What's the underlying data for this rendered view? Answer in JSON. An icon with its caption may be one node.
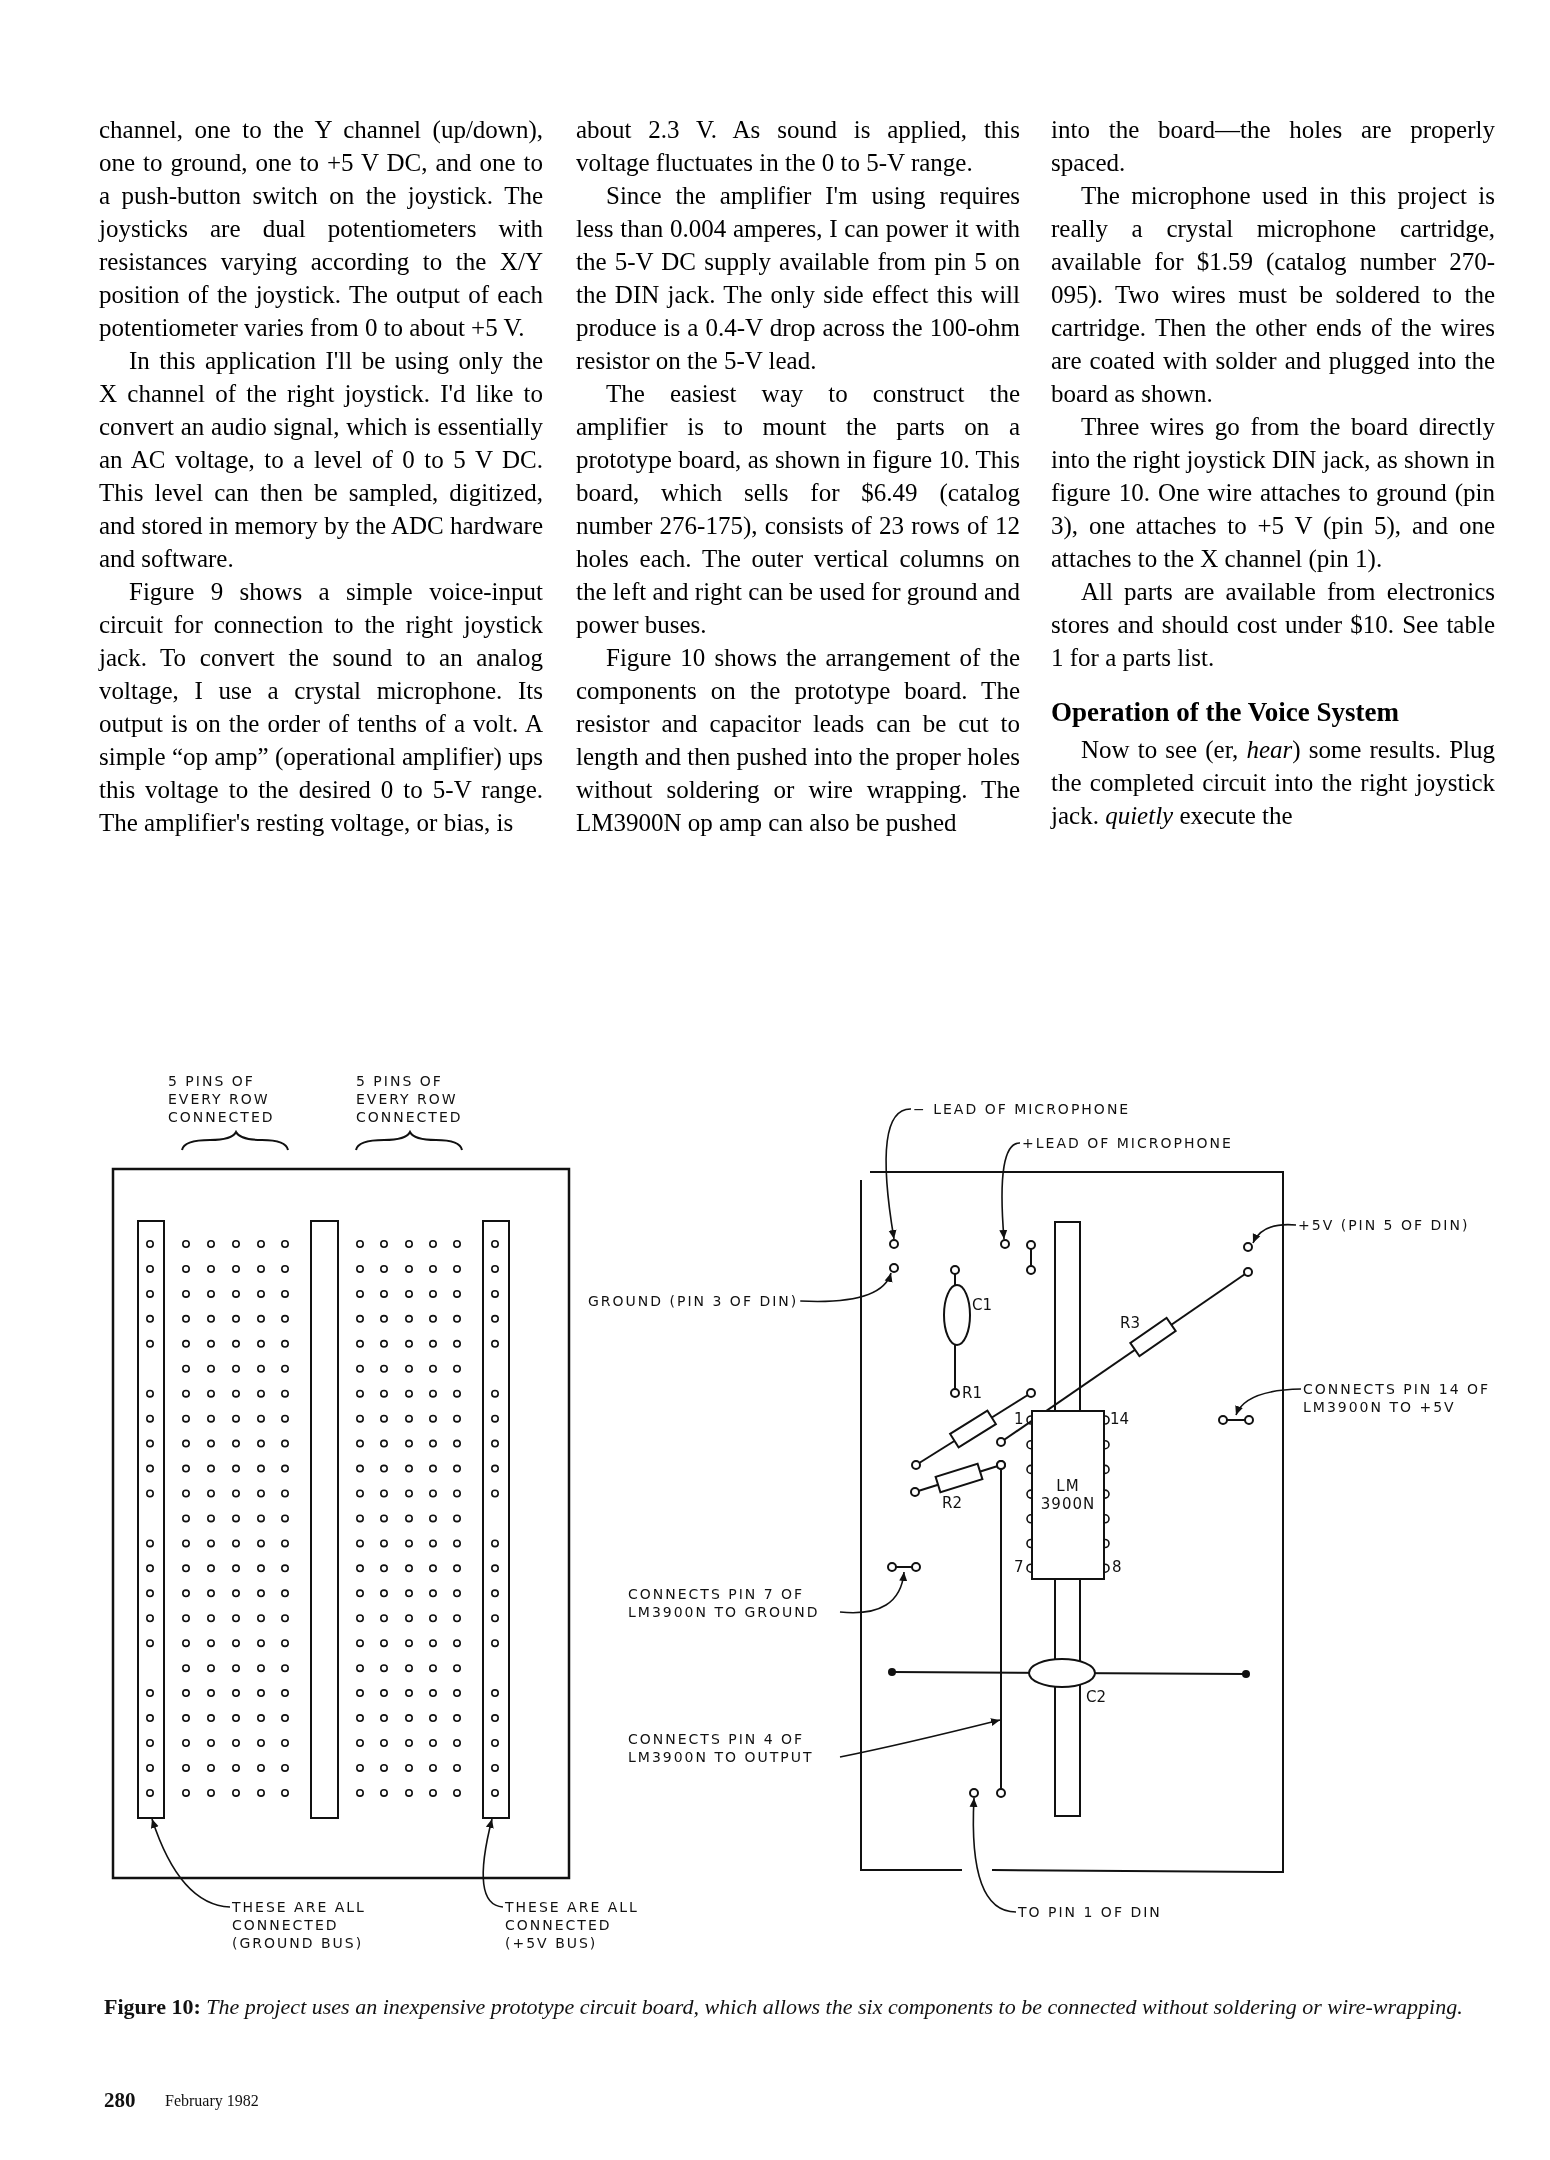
{
  "diagram": {
    "caption": "**Figure 10:** *The project uses an inexpensive prototype circuit board, which allows the six components to be connected without soldering or wire-wrapping.*",
    "nodes": [
      {
        "text": [
          "THESE ARE ALL CONNECTED (GROUND BUS)"
        ]
      },
      {
        "text": [],
        "shape": "bar"
      },
      {
        "text": [
          "THESE ARE ALL CONNECTED (+5V BUS)"
        ]
      },
      {
        "text": [],
        "shape": "bar"
      },
      {
        "text": [
          "− LEAD OF MICROPHONE"
        ]
      },
      {
        "text": [],
        "shape": "circle"
      },
      {
        "text": [
          "+LEAD OF MICROPHONE"
        ]
      },
      {
        "text": [],
        "shape": "circle"
      },
      {
        "text": [
          "GROUND (PIN 3 OF DIN)"
        ]
      },
      {
        "text": [],
        "shape": "circle"
      },
      {
        "text": [
          "+5V (PIN 5 OF DIN)"
        ]
      },
      {
        "text": [],
        "shape": "circle"
      },
      {
        "text": [
          "CONNECTS PIN 14 OF LM3900N TO +5V"
        ]
      },
      {
        "text": [],
        "shape": "line"
      },
      {
        "text": [
          "CONNECTS PIN 7 OF LM3900N TO GROUND"
        ]
      },
      {
        "text": [],
        "shape": "line"
      },
      {
        "text": [
          "CONNECTS PIN 4 OF LM3900N TO OUTPUT"
        ]
      },
      {
        "text": [],
        "shape": "line"
      },
      {
        "text": [
          "TO PIN 1 OF DIN"
        ]
      },
      {
        "text": [],
        "shape": "circle"
      },
      {
        "text": [
          "LM 3900N"
        ],
        "beside": [
          "1",
          "14",
          "7",
          "8"
        ]
      },
      {
        "text": [],
        "shape": "bar"
      },
      {
        "text": [],
        "shape": "bar"
      }
    ],
    "edges": [
      {
        "from": 0,
        "to": 1,
        "arrow": "to"
      },
      {
        "from": 2,
        "to": 21,
        "arrow": "to"
      },
      {
        "from": 4,
        "to": 5,
        "arrow": "to"
      },
      {
        "from": 6,
        "to": 7,
        "arrow": "to"
      },
      {
        "from": 8,
        "to": 9,
        "arrow": "to"
      },
      {
        "from": 10,
        "to": 11,
        "arrow": "to"
      },
      {
        "from": 12,
        "to": 13,
        "arrow": "to"
      },
      {
        "from": 14,
        "to": 15,
        "arrow": "to"
      },
      {
        "from": 16,
        "to": 17,
        "arrow": "to"
      },
      {
        "from": 18,
        "to": 19,
        "arrow": "to"
      }
    ],
    "labels": [
      "channel, one to the Y channel (up/down), one to ground, one to +5 V DC, and one to a push-button switch on the joystick. The joysticks are dual potentiometers with resistances varying according to the X/Y position of the joystick. The output of each potentiometer varies from 0 to about +5 V.",
      "In this application I'll be using only the X channel of the right joystick. I'd like to convert an audio signal, which is essentially an AC voltage, to a level of 0 to 5 V DC. This level can then be sampled, digitized, and stored in memory by the ADC hardware and software.",
      "Figure 9 shows a simple voice-input circuit for connection to the right joystick jack. To convert the sound to an analog voltage, I use a crystal microphone. Its output is on the order of tenths of a volt. A simple “op amp” (operational amplifier) ups this voltage to the desired 0 to 5-V range. The amplifier's resting voltage, or bias, is",
      "about 2.3 V. As sound is applied, this voltage fluctuates in the 0 to 5-V range.",
      "Since the amplifier I'm using requires less than 0.004 amperes, I can power it with the 5-V DC supply available from pin 5 on the DIN jack. The only side effect this will produce is a 0.4-V drop across the 100-ohm resistor on the 5-V lead.",
      "The easiest way to construct the amplifier is to mount the parts on a prototype board, as shown in figure 10. This board, which sells for $6.49 (catalog number 276-175), consists of 23 rows of 12 holes each. The outer vertical columns on the left and right can be used for ground and power buses.",
      "Figure 10 shows the arrangement of the components on the prototype board. The resistor and capacitor leads can be cut to length and then pushed into the proper holes without soldering or wire wrapping. The LM3900N op amp can also be pushed",
      "into the board—the holes are properly spaced.",
      "The microphone used in this project is really a crystal microphone cartridge, available for $1.59 (catalog number 270-095). Two wires must be soldered to the cartridge. Then the other ends of the wires are coated with solder and plugged into the board as shown.",
      "Three wires go from the board directly into the right joystick DIN jack, as shown in figure 10. One wire attaches to ground (pin 3), one attaches to +5 V (pin 5), and one attaches to the X channel (pin 1).",
      "All parts are available from electronics stores and should cost under $10. See table 1 for a parts list.",
      "Operation of the Voice System",
      "Now to see (er, *hear*) some results. Plug the completed circuit into the right joystick jack. *quietly* execute the",
      "5 PINS OF EVERY ROW CONNECTED",
      "5 PINS OF EVERY ROW CONNECTED",
      "C1",
      "R1",
      "R2",
      "R3",
      "C2",
      "280",
      "February 1982"
    ]
  }
}
